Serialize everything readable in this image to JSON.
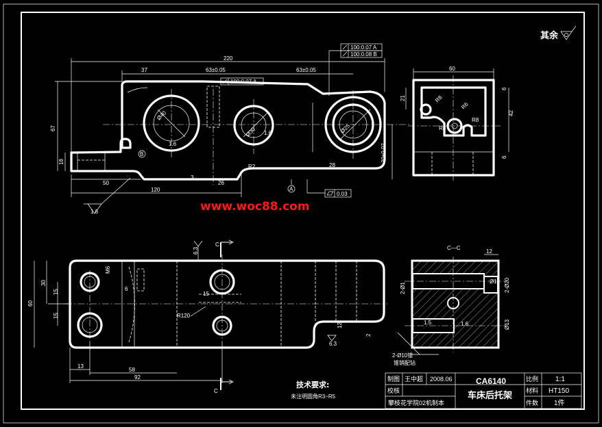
{
  "roughness_note": "其余",
  "watermark": "www.woc88.com",
  "section_label": "C—C",
  "cut_mark": "C",
  "tech": {
    "title": "技术要求:",
    "note": "未注明圆角R3~R5"
  },
  "tolerance_frames": {
    "f1": "100:0.07 A",
    "f2": "100:0.08 B",
    "f3": "100:0.07 A",
    "flatness": "0.03"
  },
  "datum_labels": {
    "a": "A",
    "b": "B"
  },
  "dimensions_top": {
    "overall": "220",
    "d37": "37",
    "d63_a": "63±0.05",
    "d63_b": "63±0.05",
    "d67": "67",
    "d18": "18",
    "d50": "50",
    "d120": "120",
    "d26": "26",
    "d28": "28",
    "d3": "3",
    "d30": "30±0.07",
    "r2": "R2",
    "rough16": "1.6",
    "rough16b": "1.6",
    "rough16c": "1.6",
    "dia_a": "Ø40",
    "dia_b": "Ø30",
    "dia_c": "Ø25"
  },
  "dimensions_side": {
    "width": "60",
    "d6": "6",
    "d42": "42",
    "d21": "21",
    "d6b": "6",
    "r8": "R8",
    "r6": "R6",
    "r8b": "R8",
    "r8c": "R8"
  },
  "dimensions_bottom": {
    "d30": "30",
    "d60": "60",
    "d15a": "15",
    "d15b": "15",
    "d15c": "15",
    "d6": "6",
    "d13": "13",
    "d58": "58",
    "d92": "92",
    "d2": "2",
    "d12": "12",
    "r120": "R120",
    "m6": "M6",
    "rough63": "6.3",
    "rough63b": "6.3"
  },
  "dimensions_section": {
    "d12": "12",
    "d2o1": "2-Ø1",
    "d2o20": "2-Ø20",
    "d13": "Ø13",
    "d13b": "Ø13",
    "d10": "2-Ø10锥",
    "note_sink": "锥销配钻",
    "d15": "1.5",
    "d16": "1.6"
  },
  "title_block": {
    "label_drawn": "制图",
    "name_drawn": "王中超",
    "date": "2008.06",
    "label_checked": "校核",
    "school": "攀枝花学院02机制本",
    "part_code": "CA6140",
    "part_name": "车床后托架",
    "label_scale": "比例",
    "scale": "1:1",
    "label_material": "材料",
    "material": "HT150",
    "label_qty": "件数",
    "qty": "1件"
  }
}
